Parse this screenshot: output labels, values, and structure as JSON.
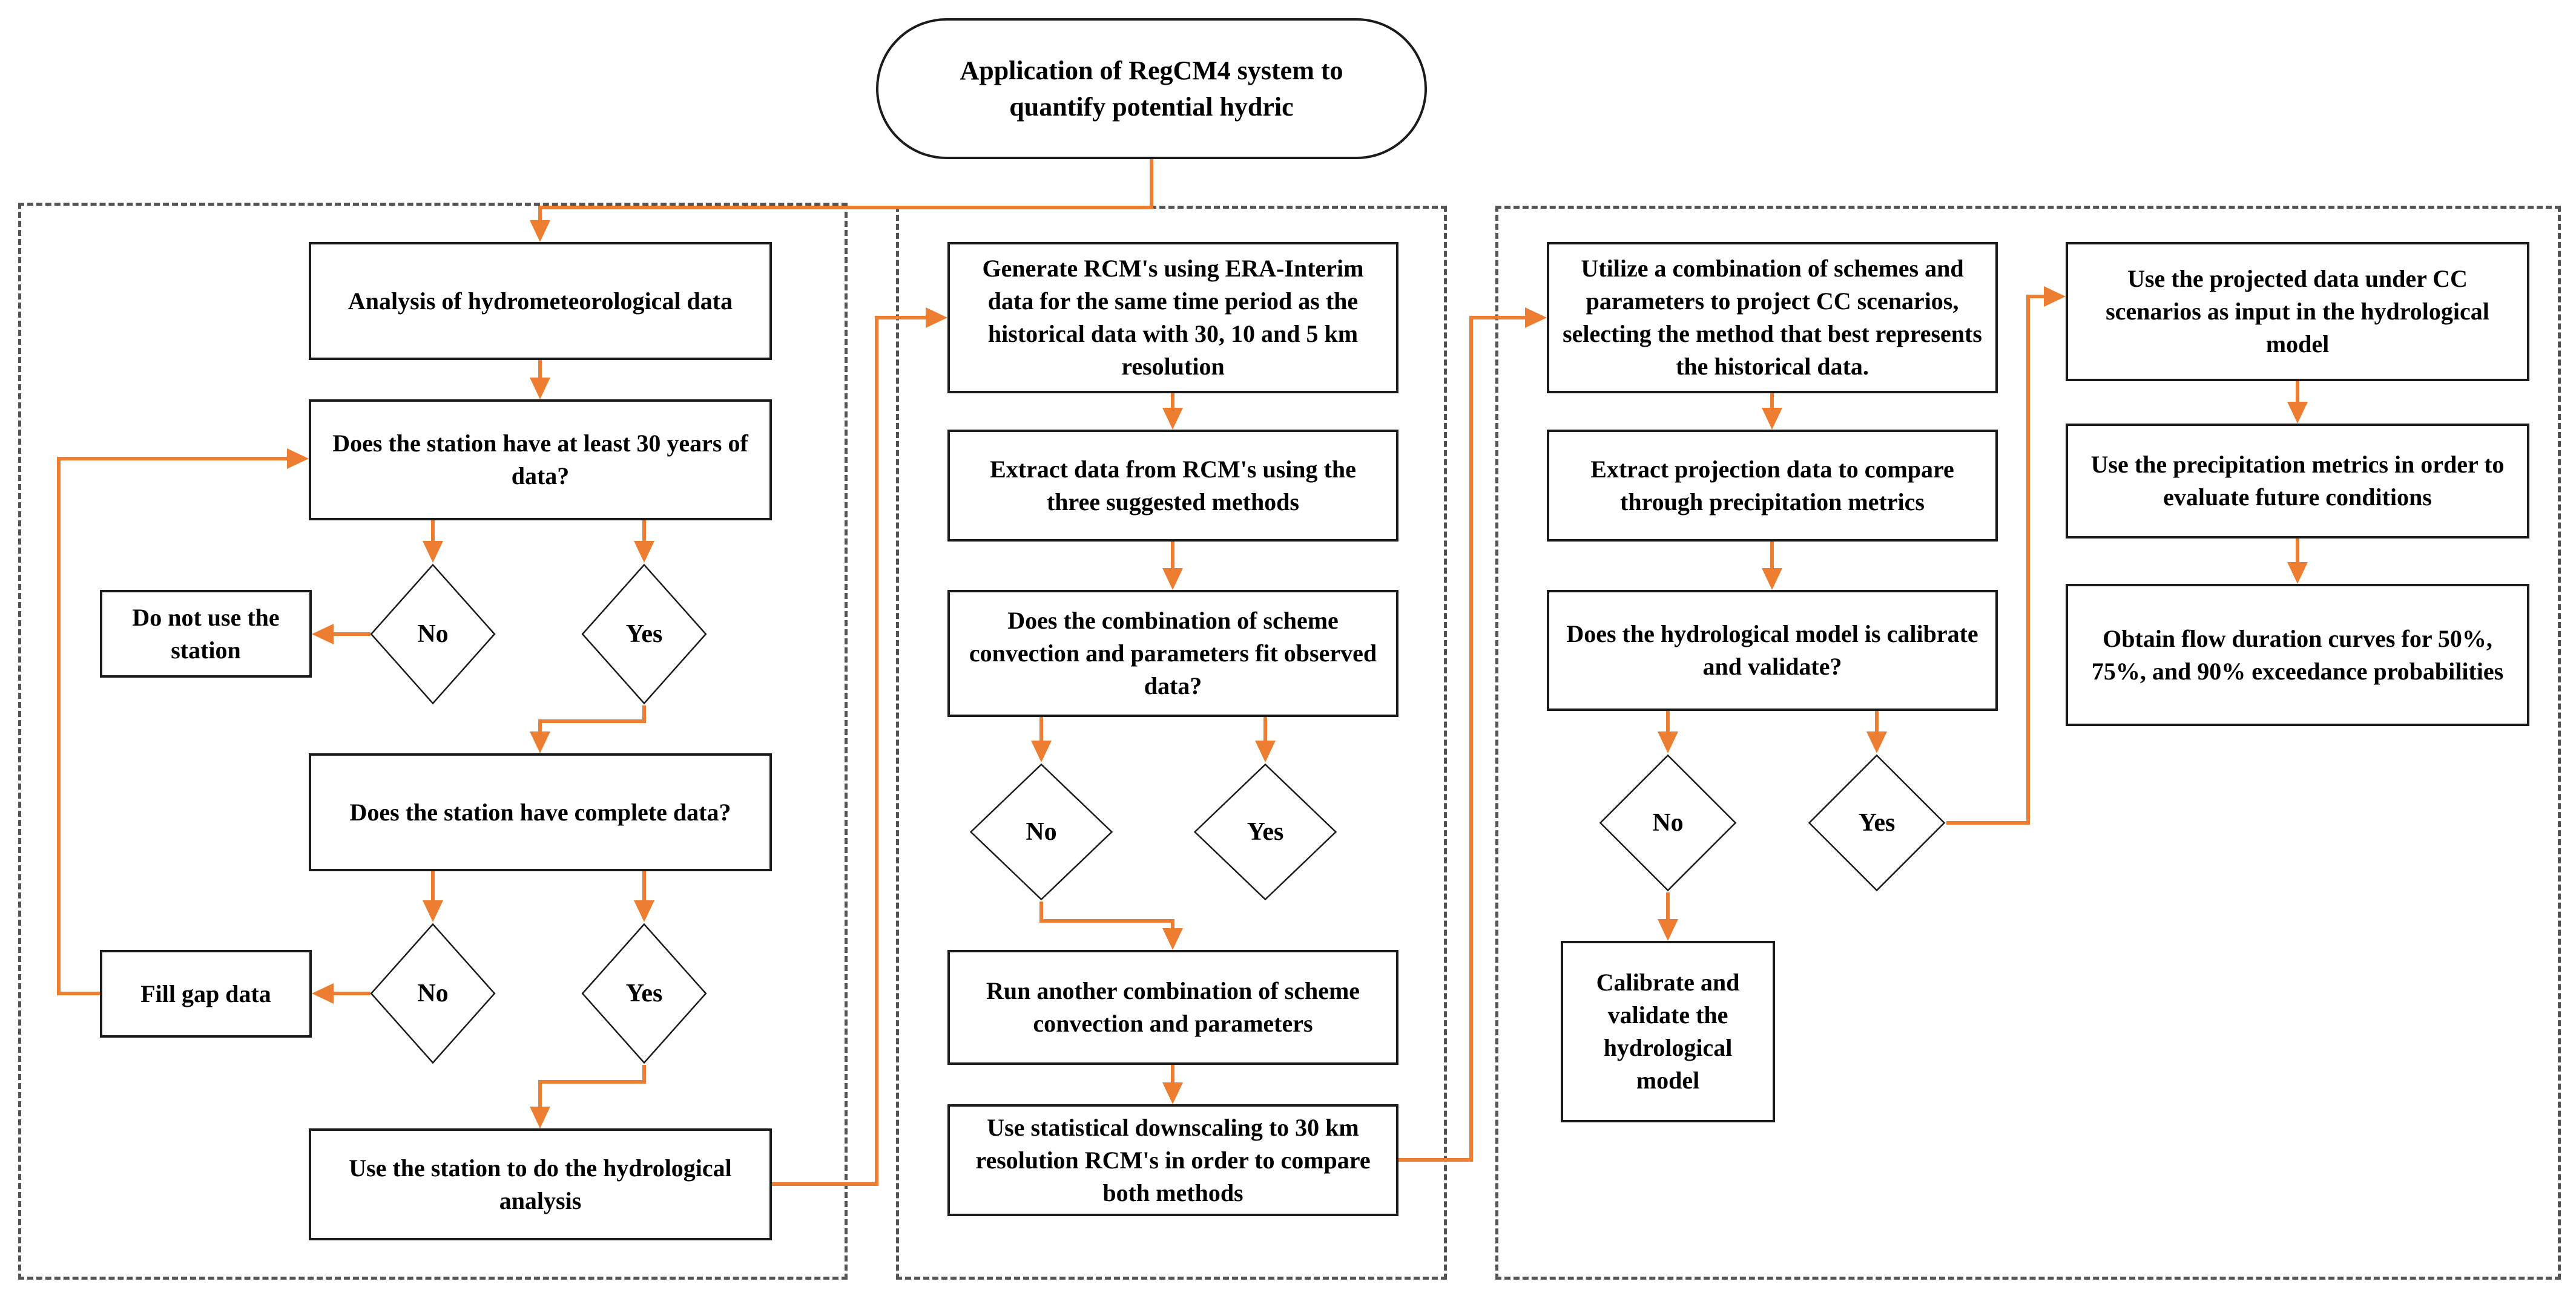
{
  "title": "Application of RegCM4 system to quantify potential hydric",
  "colors": {
    "arrow": "#ED7D31",
    "box_border": "#1B1B1B",
    "panel_border": "#545454",
    "background": "#FFFFFF",
    "text": "#000000"
  },
  "start": {
    "label": "Application of RegCM4 system to quantify potential hydric"
  },
  "panel1": {
    "analysis": "Analysis of hydrometeorological data",
    "has_30_years": "Does the station have at least 30 years of data?",
    "no1": "No",
    "yes1": "Yes",
    "do_not_use": "Do not use the station",
    "complete_data": "Does the station have complete data?",
    "no2": "No",
    "yes2": "Yes",
    "fill_gap": "Fill gap data",
    "use_station": "Use the station to do the hydrological analysis"
  },
  "panel2": {
    "generate_rcm": "Generate RCM's using ERA-Interim data for the same time period as the historical data with 30, 10 and 5 km resolution",
    "extract_data": "Extract data from RCM's using the three suggested methods",
    "fit_observed": "Does the combination of scheme convection and parameters fit observed data?",
    "no3": "No",
    "yes3": "Yes",
    "run_another": "Run another combination of scheme convection and parameters",
    "downscaling": "Use statistical downscaling to 30 km resolution RCM's in order to compare both methods"
  },
  "panel3": {
    "utilize": "Utilize a combination of schemes and parameters to project CC scenarios, selecting the method that best represents the historical data.",
    "extract_projection": "Extract projection data to compare through precipitation metrics",
    "calibrated_question": "Does the hydrological model is calibrate and validate?",
    "no4": "No",
    "yes4": "Yes",
    "calibrate_validate": "Calibrate and validate the hydrological model",
    "projected_input": "Use the projected data under CC scenarios as input in the hydrological model",
    "precip_metrics": "Use the precipitation metrics in order to evaluate future conditions",
    "flow_duration": "Obtain flow duration curves for 50%, 75%, and 90% exceedance probabilities"
  },
  "edges": [
    {
      "from": "start",
      "to": "analysis"
    },
    {
      "from": "analysis",
      "to": "has_30_years"
    },
    {
      "from": "has_30_years",
      "to": "no1"
    },
    {
      "from": "has_30_years",
      "to": "yes1"
    },
    {
      "from": "no1",
      "to": "do_not_use"
    },
    {
      "from": "yes1",
      "to": "complete_data"
    },
    {
      "from": "complete_data",
      "to": "no2"
    },
    {
      "from": "complete_data",
      "to": "yes2"
    },
    {
      "from": "no2",
      "to": "fill_gap"
    },
    {
      "from": "fill_gap",
      "to": "has_30_years",
      "note": "feedback"
    },
    {
      "from": "yes2",
      "to": "use_station"
    },
    {
      "from": "use_station",
      "to": "generate_rcm"
    },
    {
      "from": "generate_rcm",
      "to": "extract_data"
    },
    {
      "from": "extract_data",
      "to": "fit_observed"
    },
    {
      "from": "fit_observed",
      "to": "no3"
    },
    {
      "from": "fit_observed",
      "to": "yes3"
    },
    {
      "from": "no3",
      "to": "run_another"
    },
    {
      "from": "run_another",
      "to": "downscaling"
    },
    {
      "from": "downscaling",
      "to": "utilize"
    },
    {
      "from": "utilize",
      "to": "extract_projection"
    },
    {
      "from": "extract_projection",
      "to": "calibrated_question"
    },
    {
      "from": "calibrated_question",
      "to": "no4"
    },
    {
      "from": "calibrated_question",
      "to": "yes4"
    },
    {
      "from": "no4",
      "to": "calibrate_validate"
    },
    {
      "from": "yes4",
      "to": "projected_input"
    },
    {
      "from": "projected_input",
      "to": "precip_metrics"
    },
    {
      "from": "precip_metrics",
      "to": "flow_duration"
    }
  ]
}
